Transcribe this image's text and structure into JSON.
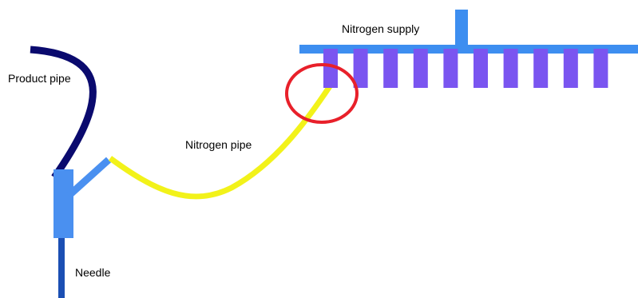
{
  "labels": {
    "product_pipe": "Product pipe",
    "nitrogen_pipe": "Nitrogen pipe",
    "nitrogen_supply": "Nitrogen supply",
    "needle": "Needle"
  },
  "colors": {
    "product_pipe": "#0a0a6e",
    "needle": "#1b4fb3",
    "needle_body": "#4a90f0",
    "nitrogen_pipe": "#f2f21a",
    "supply_header": "#3d8ef0",
    "supply_nozzles": "#7a55f0",
    "highlight_circle": "#e8202a"
  },
  "supply_nozzle_count": 10
}
